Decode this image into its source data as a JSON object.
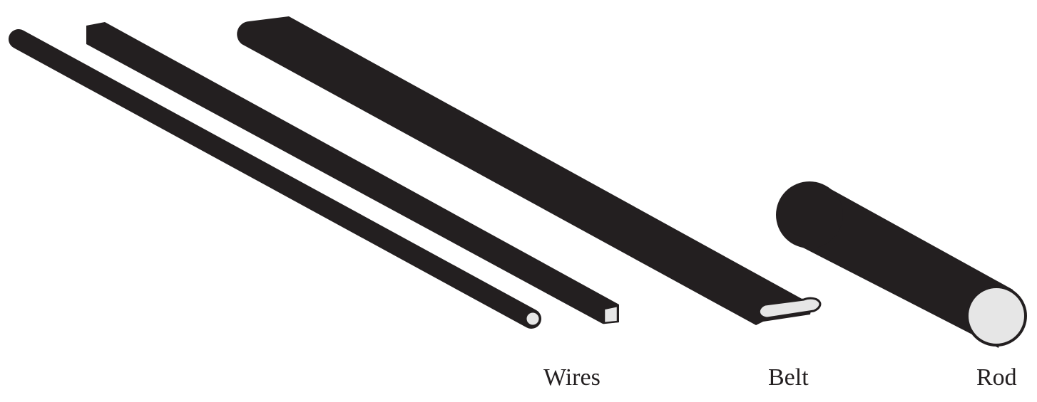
{
  "labels": {
    "wires": "Wires",
    "belt": "Belt",
    "rod": "Rod"
  },
  "colors": {
    "body": "#231f20",
    "end_face": "#e6e6e6",
    "outline": "#231f20",
    "background": "#ffffff"
  }
}
